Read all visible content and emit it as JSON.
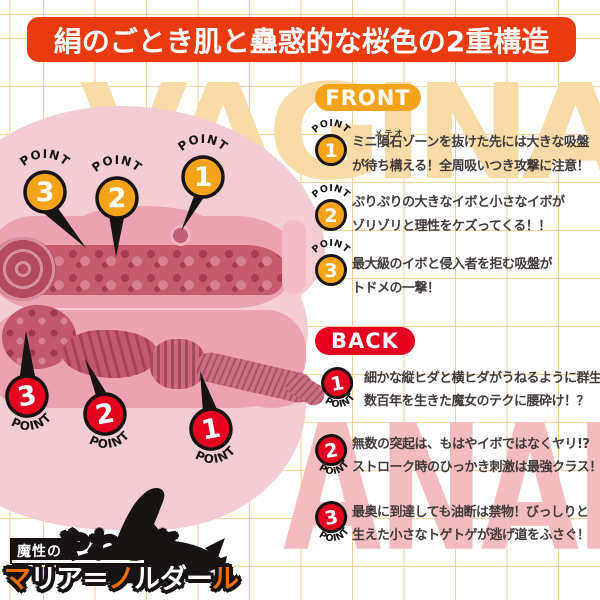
{
  "banner": {
    "title": "絹のごとき肌と蠱惑的な桜色の2重構造"
  },
  "watermarks": {
    "front": "VAGINA",
    "back": "ANAL"
  },
  "front": {
    "label": "FRONT",
    "badge_label": "POINT",
    "points": [
      {
        "num": "1",
        "text1_pre": "ミニ",
        "text1_base": "隕石",
        "text1_ruby": "メテオ",
        "text1_post": "ゾーンを抜けた先には大きな吸盤",
        "text2": "が待ち構える！全周吸いつき攻撃に注意！"
      },
      {
        "num": "2",
        "text1": "ぷりぷりの大きなイボと小さなイボが",
        "text2": "ゾリゾリと理性をケズってくる！！"
      },
      {
        "num": "3",
        "text1": "最大級のイボと侵入者を拒む吸盤が",
        "text2": "トドメの一撃！"
      }
    ]
  },
  "back": {
    "label": "BACK",
    "badge_label": "POINT",
    "points": [
      {
        "num": "1",
        "text1": "細かな縦ヒダと横ヒダがうねるように群生！",
        "text2": "数百年を生きた魔女のテクに腰砕け！？"
      },
      {
        "num": "2",
        "text1": "無数の突起は、もはやイボではなくヤリ!?",
        "text2": "ストローク時のひっかき刺激は最強クラス！"
      },
      {
        "num": "3",
        "text1": "最奥に到達しても油断は禁物！びっしりと",
        "text2": "生えた小さなトゲトゲが逃げ道をふさぐ！"
      }
    ]
  },
  "diagram": {
    "badge_label": "POINT",
    "front_badges": [
      {
        "num": "3"
      },
      {
        "num": "2"
      },
      {
        "num": "1"
      }
    ],
    "back_badges": [
      {
        "num": "3"
      },
      {
        "num": "2"
      },
      {
        "num": "1"
      }
    ]
  },
  "logo": {
    "series": "魔性の",
    "title": "やわちち",
    "character_chars": [
      "マ",
      "リ",
      "ア",
      "＝",
      "ノ",
      "ル",
      "ダ",
      "ー",
      "ル"
    ]
  },
  "colors": {
    "banner": "#ea3b10",
    "front_accent": "#f6a31c",
    "back_accent": "#e50020",
    "grid": "#f7ca8e",
    "body_pink": "#f4ccd3",
    "tunnel_pink": "#eca2b0",
    "core_rose": "#c65a6e"
  }
}
